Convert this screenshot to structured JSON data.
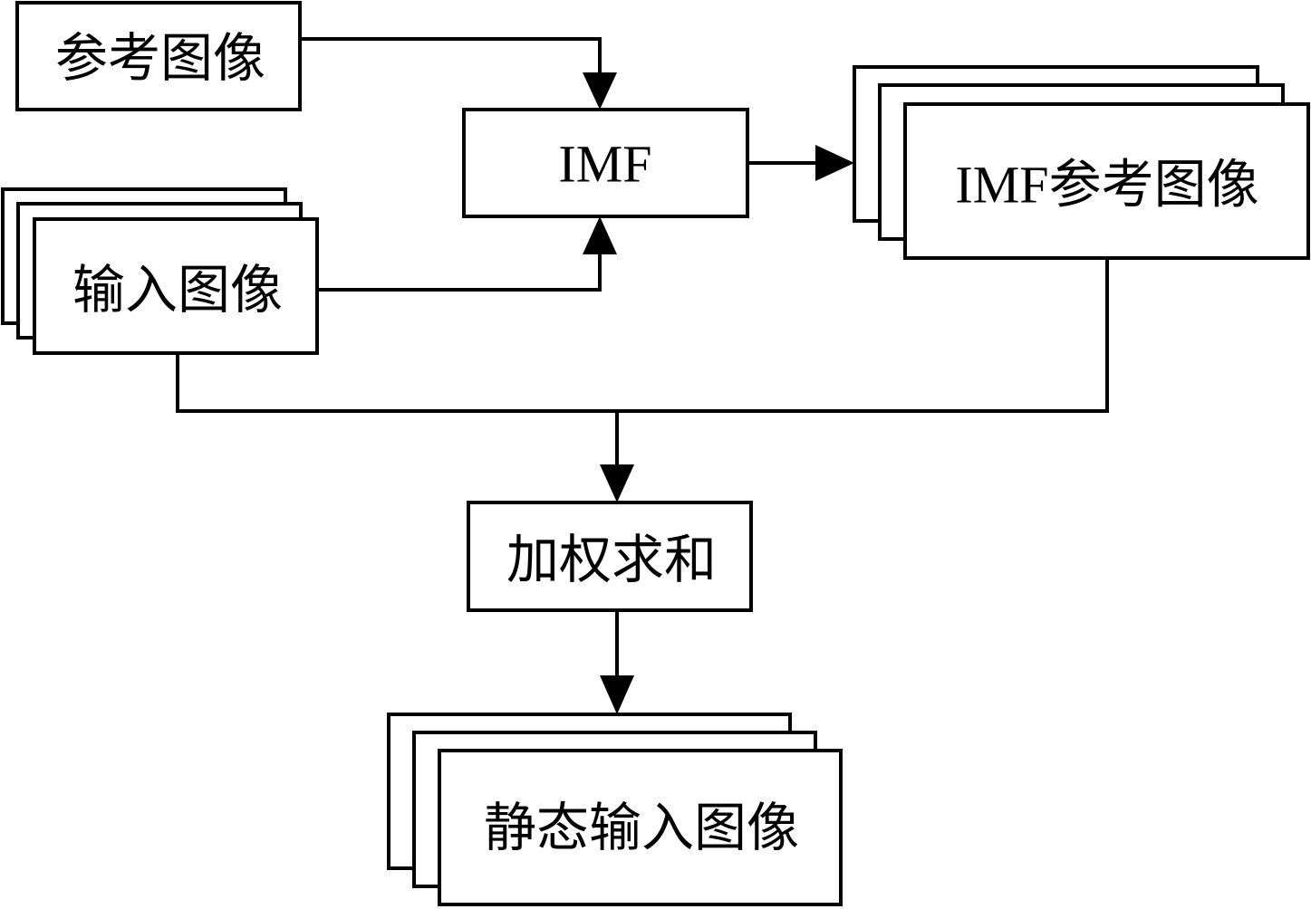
{
  "diagram": {
    "nodes": {
      "reference_image": "参考图像",
      "imf": "IMF",
      "imf_reference_images": "IMF参考图像",
      "input_image": "输入图像",
      "weighted_sum": "加权求和",
      "static_input_image": "静态输入图像"
    },
    "edges": [
      {
        "from": "reference_image",
        "to": "imf"
      },
      {
        "from": "input_image",
        "to": "imf"
      },
      {
        "from": "imf",
        "to": "imf_reference_images"
      },
      {
        "from": "input_image",
        "to": "weighted_sum"
      },
      {
        "from": "imf_reference_images",
        "to": "weighted_sum"
      },
      {
        "from": "weighted_sum",
        "to": "static_input_image"
      }
    ]
  }
}
